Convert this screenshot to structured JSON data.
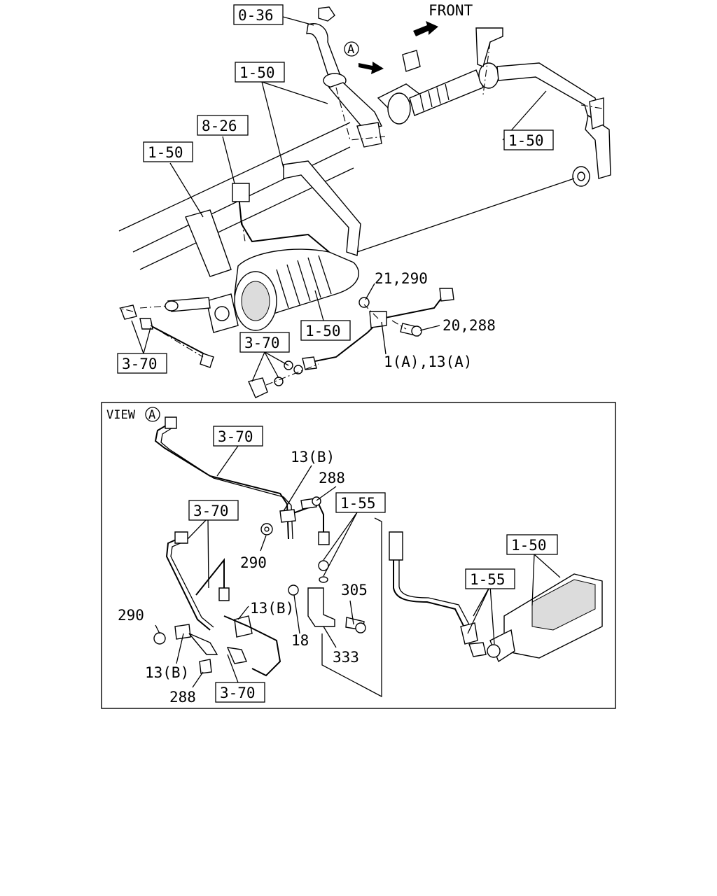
{
  "orientation": {
    "front_label": "FRONT",
    "circle_letter": "A"
  },
  "view": {
    "label": "VIEW",
    "circle_letter": "A"
  },
  "refs": {
    "r_0_36": "0-36",
    "r_1_50_top": "1-50",
    "r_1_50_right": "1-50",
    "r_8_26": "8-26",
    "r_1_50_left": "1-50",
    "r_1_50_mid": "1-50",
    "r_3_70_mid": "3-70",
    "r_3_70_left": "3-70",
    "r_3_70_view_top": "3-70",
    "r_3_70_view_mid": "3-70",
    "r_1_55_view_a": "1-55",
    "r_1_55_view_b": "1-55",
    "r_1_50_view": "1-50",
    "r_3_70_view_bottom": "3-70"
  },
  "labels": {
    "l_21_290": "21,290",
    "l_20_288": "20,288",
    "l_1a_13a": "1(A),13(A)",
    "l_13b_top": "13(B)",
    "l_288_top": "288",
    "l_290_view": "290",
    "l_305": "305",
    "l_290_left": "290",
    "l_13b_mid": "13(B)",
    "l_18": "18",
    "l_333": "333",
    "l_13b_bottom": "13(B)",
    "l_288_bottom": "288"
  }
}
